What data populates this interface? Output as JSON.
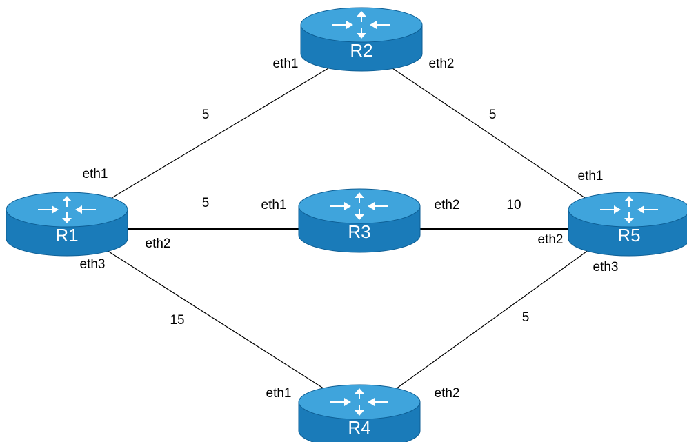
{
  "colors": {
    "router_body": "#1a7bb9",
    "router_top": "#3fa4dc",
    "router_edge": "#0d5e94",
    "router_arrow": "#ffffff",
    "link": "#000000",
    "background": "#ffffff"
  },
  "routers": [
    {
      "id": "R1",
      "label": "R1"
    },
    {
      "id": "R2",
      "label": "R2"
    },
    {
      "id": "R3",
      "label": "R3"
    },
    {
      "id": "R4",
      "label": "R4"
    },
    {
      "id": "R5",
      "label": "R5"
    }
  ],
  "links": [
    {
      "id": "r1-r2",
      "from": "R1",
      "to": "R2",
      "cost": "5",
      "from_if": "eth1",
      "to_if": "eth1",
      "thick": false
    },
    {
      "id": "r2-r5",
      "from": "R2",
      "to": "R5",
      "cost": "5",
      "from_if": "eth2",
      "to_if": "eth1",
      "thick": false
    },
    {
      "id": "r1-r3",
      "from": "R1",
      "to": "R3",
      "cost": "5",
      "from_if": "eth2",
      "to_if": "eth1",
      "thick": true
    },
    {
      "id": "r3-r5",
      "from": "R3",
      "to": "R5",
      "cost": "10",
      "from_if": "eth2",
      "to_if": "eth2",
      "thick": true
    },
    {
      "id": "r1-r4",
      "from": "R1",
      "to": "R4",
      "cost": "15",
      "from_if": "eth3",
      "to_if": "eth1",
      "thick": false
    },
    {
      "id": "r4-r5",
      "from": "R4",
      "to": "R5",
      "cost": "5",
      "from_if": "eth2",
      "to_if": "eth3",
      "thick": false
    }
  ]
}
